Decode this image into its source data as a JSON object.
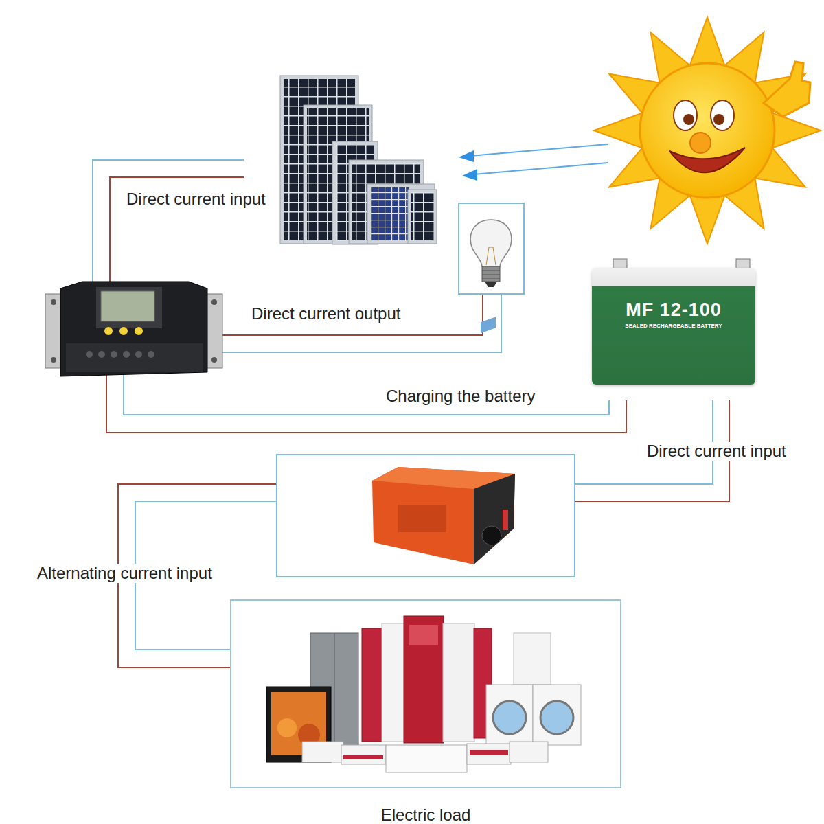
{
  "diagram": {
    "nodes": [
      {
        "text": [
          "MF 12-100",
          "SEALED RECHARGEABLE BATTERY"
        ]
      },
      {
        "text": [
          "Electric load"
        ]
      }
    ],
    "labels": [
      "Direct current input",
      "Direct current output",
      "Charging the battery",
      "Direct current input",
      "Alternating current input"
    ]
  }
}
